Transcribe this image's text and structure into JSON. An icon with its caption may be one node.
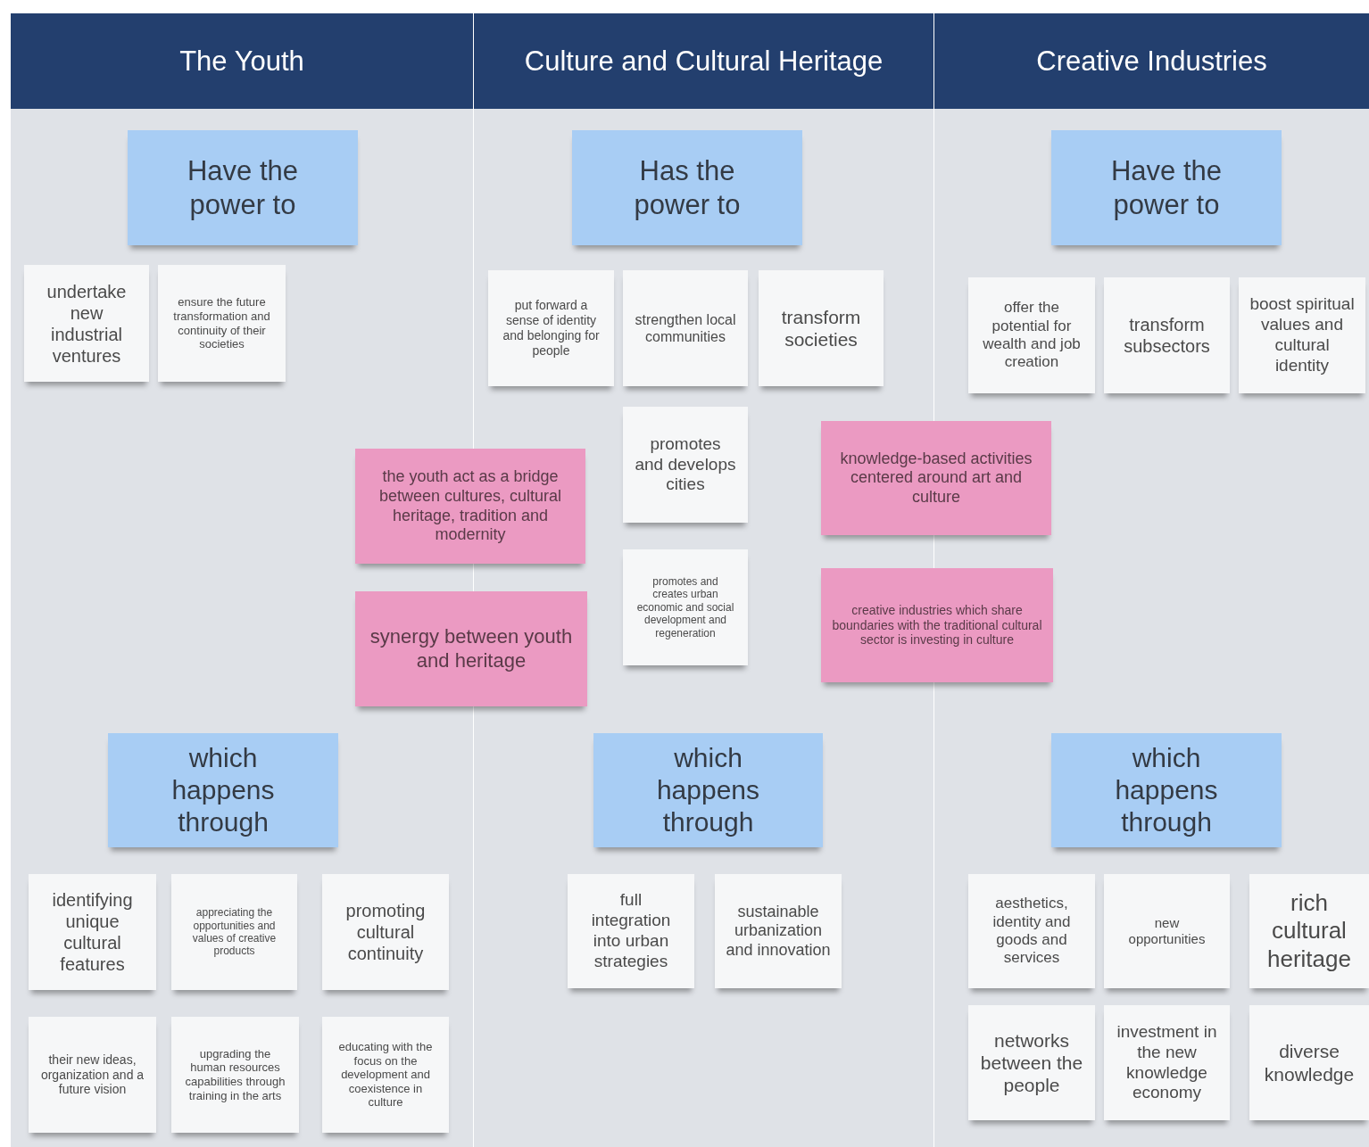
{
  "diagram": {
    "nodes": [
      {
        "text": [
          "The Youth"
        ]
      },
      {
        "text": [
          "Culture and Cultural Heritage"
        ]
      },
      {
        "text": [
          "Creative Industries"
        ]
      },
      {
        "text": [
          "Have the power to"
        ],
        "in": 0
      },
      {
        "text": [
          "undertake new industrial ventures"
        ],
        "in": 0
      },
      {
        "text": [
          "ensure the future transformation and continuity of their societies"
        ],
        "in": 0
      },
      {
        "text": [
          "which happens through"
        ],
        "in": 0
      },
      {
        "text": [
          "identifying unique cultural features"
        ],
        "in": 0
      },
      {
        "text": [
          "appreciating the opportunities and values of creative products"
        ],
        "in": 0
      },
      {
        "text": [
          "promoting cultural continuity"
        ],
        "in": 0
      },
      {
        "text": [
          "their new ideas, organization and a future vision"
        ],
        "in": 0
      },
      {
        "text": [
          "upgrading the human resources capabilities through training in the arts"
        ],
        "in": 0
      },
      {
        "text": [
          "educating with the focus on the development and coexistence in culture"
        ],
        "in": 0
      },
      {
        "text": [
          "Has the power to"
        ],
        "in": 1
      },
      {
        "text": [
          "put forward a sense of identity and belonging for people"
        ],
        "in": 1
      },
      {
        "text": [
          "strengthen local communities"
        ],
        "in": 1
      },
      {
        "text": [
          "transform societies"
        ],
        "in": 1
      },
      {
        "text": [
          "promotes and develops cities"
        ],
        "in": 1
      },
      {
        "text": [
          "promotes and creates urban economic and social development and regeneration"
        ],
        "in": 1
      },
      {
        "text": [
          "which happens through"
        ],
        "in": 1
      },
      {
        "text": [
          "full integration into urban strategies"
        ],
        "in": 1
      },
      {
        "text": [
          "sustainable urbanization and innovation"
        ],
        "in": 1
      },
      {
        "text": [
          "Have the power to"
        ],
        "in": 2
      },
      {
        "text": [
          "offer the potential for wealth and job creation"
        ],
        "in": 2
      },
      {
        "text": [
          "transform subsectors"
        ],
        "in": 2
      },
      {
        "text": [
          "boost spiritual values and cultural identity"
        ],
        "in": 2
      },
      {
        "text": [
          "which happens through"
        ],
        "in": 2
      },
      {
        "text": [
          "aesthetics, identity and goods and services"
        ],
        "in": 2
      },
      {
        "text": [
          "new opportunities"
        ],
        "in": 2
      },
      {
        "text": [
          "rich cultural heritage"
        ],
        "in": 2
      },
      {
        "text": [
          "networks between the people"
        ],
        "in": 2
      },
      {
        "text": [
          "investment in the new knowledge economy"
        ],
        "in": 2
      },
      {
        "text": [
          "diverse knowledge"
        ],
        "in": 2
      },
      {
        "text": [
          "the youth act as a bridge between cultures, cultural heritage, tradition and modernity"
        ]
      },
      {
        "text": [
          "synergy between youth and heritage"
        ]
      },
      {
        "text": [
          "knowledge-based activities centered around art and culture"
        ]
      },
      {
        "text": [
          "creative industries which share boundaries with the traditional cultural sector is investing in culture"
        ]
      }
    ]
  }
}
